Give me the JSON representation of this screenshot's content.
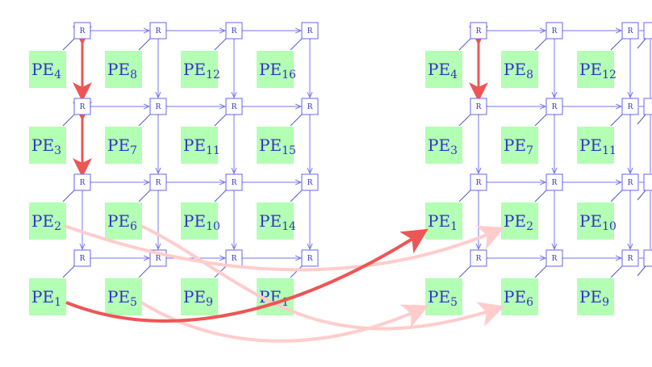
{
  "left_grid": {
    "router_label": "R",
    "pe": [
      {
        "prefix": "PE",
        "sub": "4"
      },
      {
        "prefix": "PE",
        "sub": "8"
      },
      {
        "prefix": "PE",
        "sub": "12"
      },
      {
        "prefix": "PE",
        "sub": "16"
      },
      {
        "prefix": "PE",
        "sub": "3"
      },
      {
        "prefix": "PE",
        "sub": "7"
      },
      {
        "prefix": "PE",
        "sub": "11"
      },
      {
        "prefix": "PE",
        "sub": "15"
      },
      {
        "prefix": "PE",
        "sub": "2"
      },
      {
        "prefix": "PE",
        "sub": "6"
      },
      {
        "prefix": "PE",
        "sub": "10"
      },
      {
        "prefix": "PE",
        "sub": "14"
      },
      {
        "prefix": "PE",
        "sub": "1"
      },
      {
        "prefix": "PE",
        "sub": "5"
      },
      {
        "prefix": "PE",
        "sub": "9"
      },
      {
        "prefix": "PE",
        "sub": "1"
      }
    ]
  },
  "right_grid": {
    "router_label": "R",
    "pe": [
      {
        "prefix": "PE",
        "sub": "4"
      },
      {
        "prefix": "PE",
        "sub": "8"
      },
      {
        "prefix": "PE",
        "sub": "12"
      },
      {
        "prefix": "PE",
        "sub": "3"
      },
      {
        "prefix": "PE",
        "sub": "7"
      },
      {
        "prefix": "PE",
        "sub": "11"
      },
      {
        "prefix": "PE",
        "sub": "1"
      },
      {
        "prefix": "PE",
        "sub": "2"
      },
      {
        "prefix": "PE",
        "sub": "10"
      },
      {
        "prefix": "PE",
        "sub": "5"
      },
      {
        "prefix": "PE",
        "sub": "6"
      },
      {
        "prefix": "PE",
        "sub": "9"
      }
    ]
  },
  "colors": {
    "pe_fill": "#b3ffb3",
    "label": "#3333cc",
    "router_stroke": "#6666ee",
    "link": "#7777ee",
    "highlight": "#ee5555",
    "faint": "#ffcccc"
  }
}
